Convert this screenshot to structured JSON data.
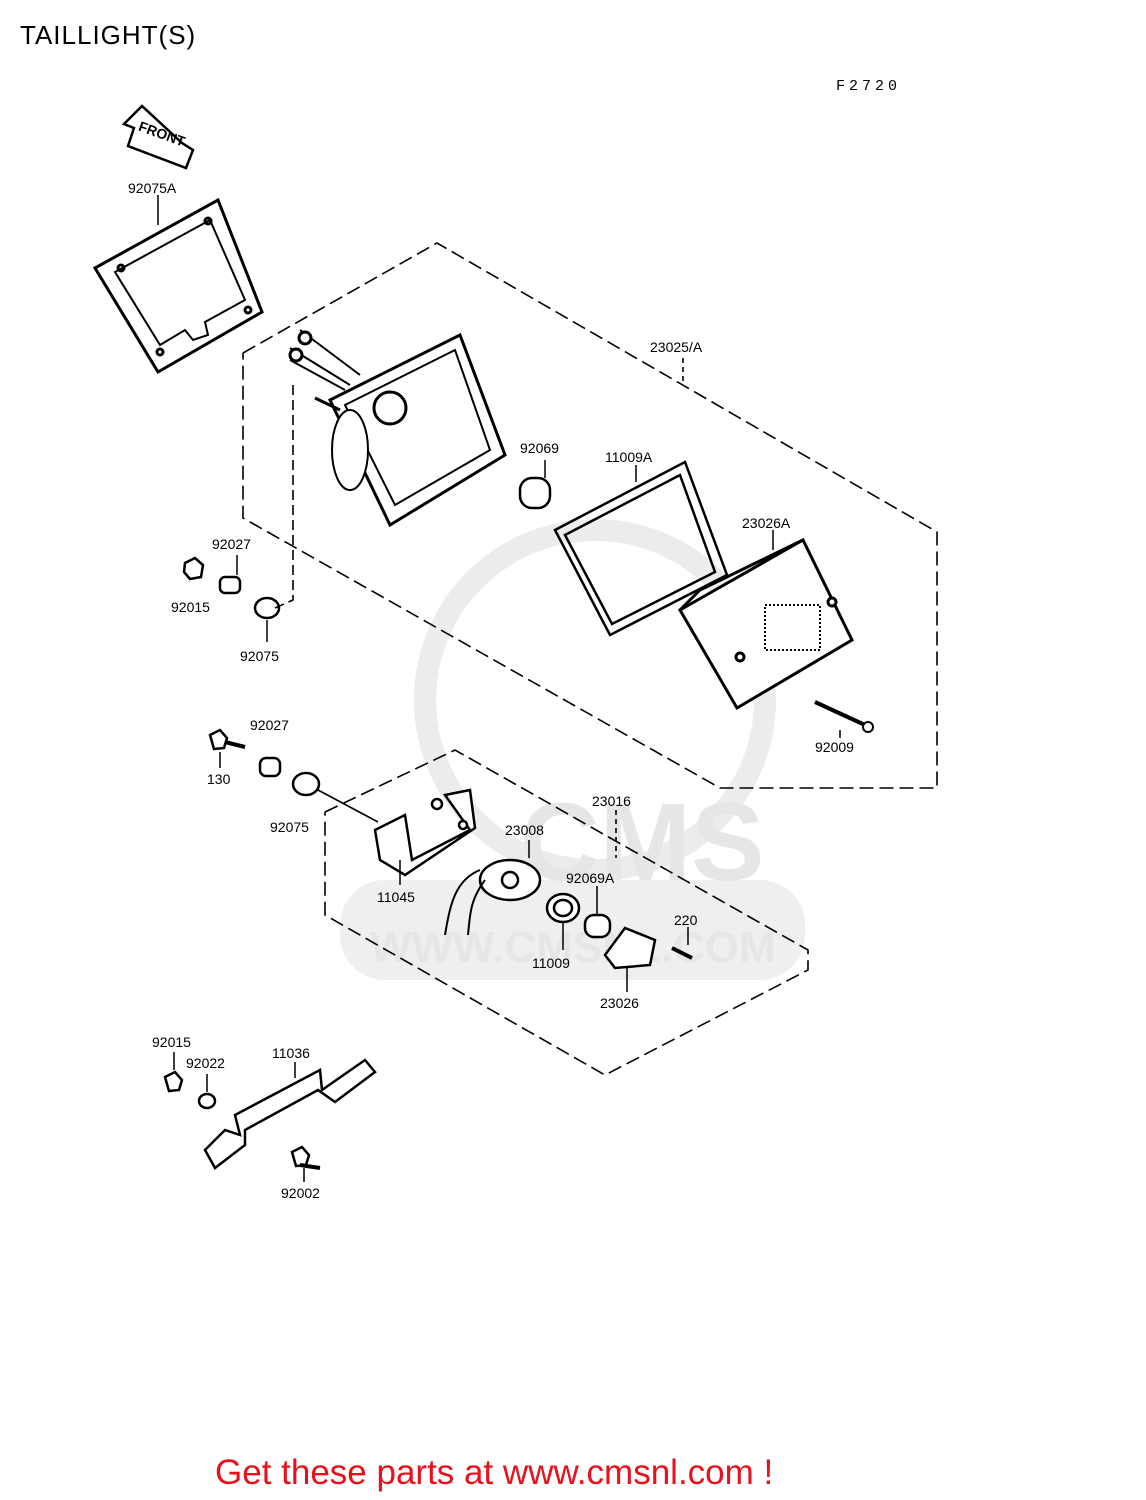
{
  "title": "TAILLIGHT(S)",
  "figure_code": "F2720",
  "front_arrow_label": "FRONT",
  "watermark": {
    "brand": "CMS",
    "url": "WWW.CMSNL.COM"
  },
  "part_labels": {
    "p92075A": "92075A",
    "p23025A": "23025/A",
    "p92069": "92069",
    "p11009A": "11009A",
    "p23026A": "23026A",
    "p92027_top": "92027",
    "p92015_top": "92015",
    "p92075_top": "92075",
    "p92009": "92009",
    "p92027_mid": "92027",
    "p130": "130",
    "p92075_mid": "92075",
    "p23016": "23016",
    "p23008": "23008",
    "p92069A": "92069A",
    "p220": "220",
    "p11045": "11045",
    "p11009": "11009",
    "p23026": "23026",
    "p92015_bot": "92015",
    "p92022": "92022",
    "p11036": "11036",
    "p92002": "92002"
  },
  "footer": "Get these parts at www.cmsnl.com !"
}
